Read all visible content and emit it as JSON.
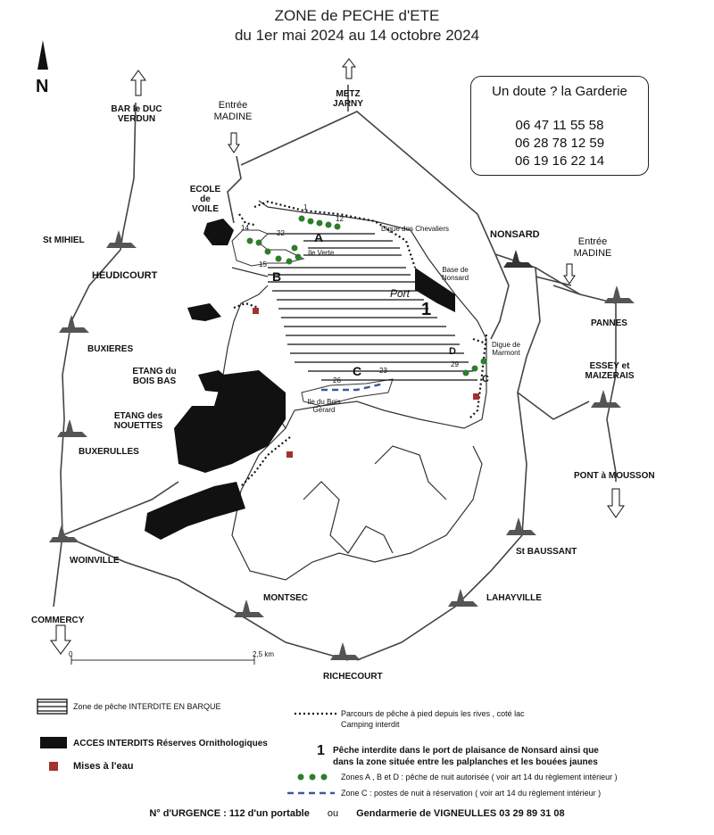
{
  "title": {
    "line1": "ZONE de PECHE d'ETE",
    "line2": "du 1er mai 2024 au 14 octobre 2024"
  },
  "north": "N",
  "phone_box": {
    "heading": "Un doute ? la Garderie",
    "numbers": [
      "06 47 11 55 58",
      "06 28 78 12 59",
      "06 19 16 22 14"
    ]
  },
  "roads": {
    "bar_le_duc": [
      "BAR le DUC",
      "VERDUN"
    ],
    "entree_madine_top": [
      "Entrée",
      "MADINE"
    ],
    "metz": [
      "METZ",
      "JARNY"
    ],
    "entree_madine_right": [
      "Entrée",
      "MADINE"
    ],
    "pont_a_mousson": "PONT à MOUSSON",
    "commercy": "COMMERCY"
  },
  "places": {
    "ecole_de_voile": [
      "ECOLE",
      "de",
      "VOILE"
    ],
    "st_mihiel": "St MIHIEL",
    "heudicourt": "HEUDICOURT",
    "buxieres": "BUXIERES",
    "etang_bois_bas": [
      "ETANG du",
      "BOIS BAS"
    ],
    "etang_nouettes": [
      "ETANG des",
      "NOUETTES"
    ],
    "buxerulles": "BUXERULLES",
    "woinville": "WOINVILLE",
    "montsec": "MONTSEC",
    "richecourt": "RICHECOURT",
    "lahayville": "LAHAYVILLE",
    "st_baussant": "St BAUSSANT",
    "essey": [
      "ESSEY et",
      "MAIZERAIS"
    ],
    "pannes": "PANNES",
    "nonsard": "NONSARD",
    "base_nonsard": [
      "Base de",
      "Nonsard"
    ],
    "digue_chevaliers": "Digue des Chevaliers",
    "digue_marmont": [
      "Digue de",
      "Marmont"
    ],
    "ile_verte": "Ile Verte",
    "ile_bois_gerard": [
      "Ile du Bois",
      "Gérard"
    ],
    "port": "Port"
  },
  "zones": {
    "a": "A",
    "b": "B",
    "c": "C",
    "c_right": "C",
    "d": "D",
    "one": "1",
    "post_1": "1",
    "post_12": "12",
    "post_14": "14",
    "post_15": "15",
    "post_22": "22",
    "post_23": "23",
    "post_26": "26",
    "post_29": "29"
  },
  "scale": {
    "start": "0",
    "end": "2,5 km"
  },
  "legend": {
    "interdite_barque": "Zone de pêche INTERDITE EN BARQUE",
    "parcours": "Parcours de pêche à pied depuis les rives , coté lac",
    "camping": "Camping interdit",
    "acces_interdits": "ACCES INTERDITS",
    "reserves": "Réserves Ornithologiques",
    "number_one": "1",
    "port_line1": "Pêche interdite dans le port de plaisance de Nonsard ainsi que",
    "port_line2": "dans la zone située entre les palplanches et les bouées jaunes",
    "mises": "Mises à l'eau",
    "zones_abd": "Zones A , B et D : pêche de nuit autorisée ( voir art 14 du règlement intérieur )",
    "zone_c": "Zone C : postes de nuit à réservation ( voir art 14 du règlement intérieur )"
  },
  "footer": {
    "urgence": "N° d'URGENCE : 112 d'un portable",
    "ou": "ou",
    "gendarmerie": "Gendarmerie de VIGNEULLES 03 29 89 31 08"
  },
  "colors": {
    "red": "#a2322c",
    "green": "#2f7d2c",
    "blue": "#3d5a9e",
    "black": "#111111"
  }
}
